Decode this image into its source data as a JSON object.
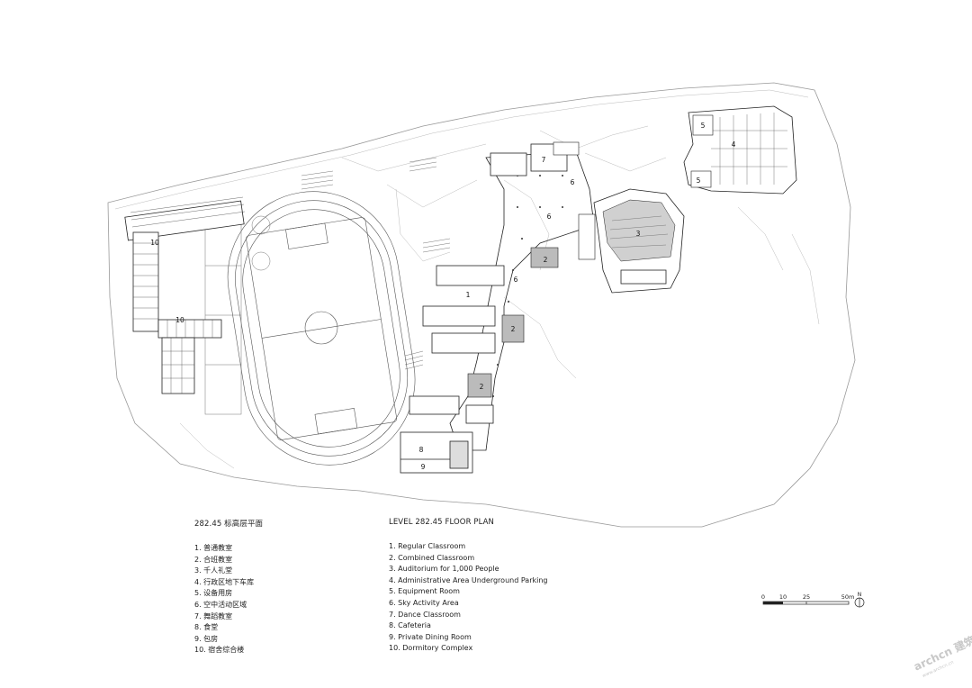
{
  "legend_cn": {
    "title": "282.45 标高层平面",
    "items": [
      "1. 普通教室",
      "2. 合班教室",
      "3. 千人礼堂",
      "4. 行政区地下车库",
      "5. 设备用房",
      "6. 空中活动区域",
      "7. 舞蹈教室",
      "8. 食堂",
      "9. 包房",
      "10. 宿舍综合楼"
    ]
  },
  "legend_en": {
    "title": "LEVEL 282.45 FLOOR PLAN",
    "items": [
      "1. Regular Classroom",
      "2. Combined Classroom",
      "3. Auditorium for 1,000 People",
      "4. Administrative Area Underground Parking",
      "5. Equipment Room",
      "6. Sky Activity Area",
      "7. Dance Classroom",
      "8. Cafeteria",
      "9. Private Dining Room",
      "10. Dormitory Complex"
    ]
  },
  "scale": {
    "ticks": [
      "0",
      "10",
      "25",
      "50m"
    ],
    "north": "N"
  },
  "plan_labels": {
    "l1": "1",
    "l2": "2",
    "l3": "3",
    "l4": "4",
    "l5": "5",
    "l6": "6",
    "l7": "7",
    "l8": "8",
    "l9": "9",
    "l10": "10"
  },
  "watermark": {
    "brand": "archcn 建筑",
    "url": "www.archcn.cn"
  }
}
